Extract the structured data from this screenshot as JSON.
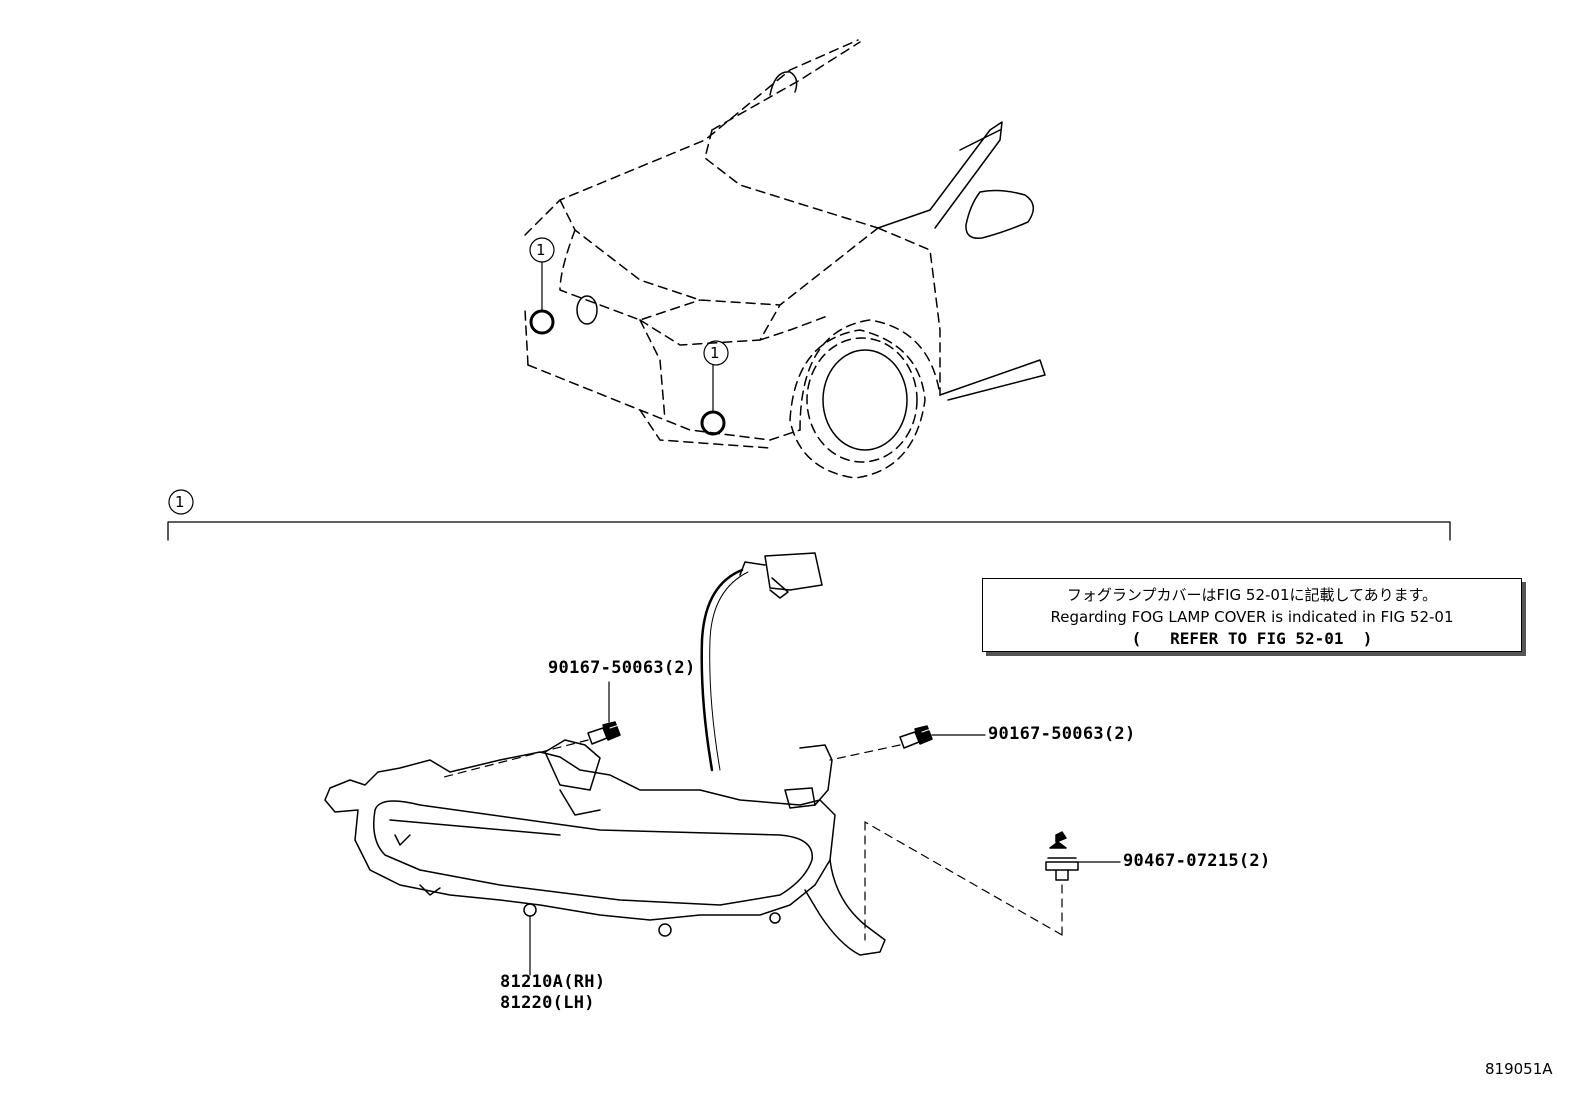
{
  "callouts": {
    "number": "1"
  },
  "parts": {
    "bolt_left": "90167-50063(2)",
    "bolt_right": "90167-50063(2)",
    "clip": "90467-07215(2)",
    "lamp_rh": "81210A(RH)",
    "lamp_lh": "81220(LH)"
  },
  "note": {
    "line1": "フォグランプカバーはFIG 52-01に記載してあります。",
    "line2": "Regarding FOG LAMP COVER is indicated in FIG 52-01",
    "line3": "(   REFER TO FIG 52-01  )"
  },
  "reference_code": "819051A"
}
